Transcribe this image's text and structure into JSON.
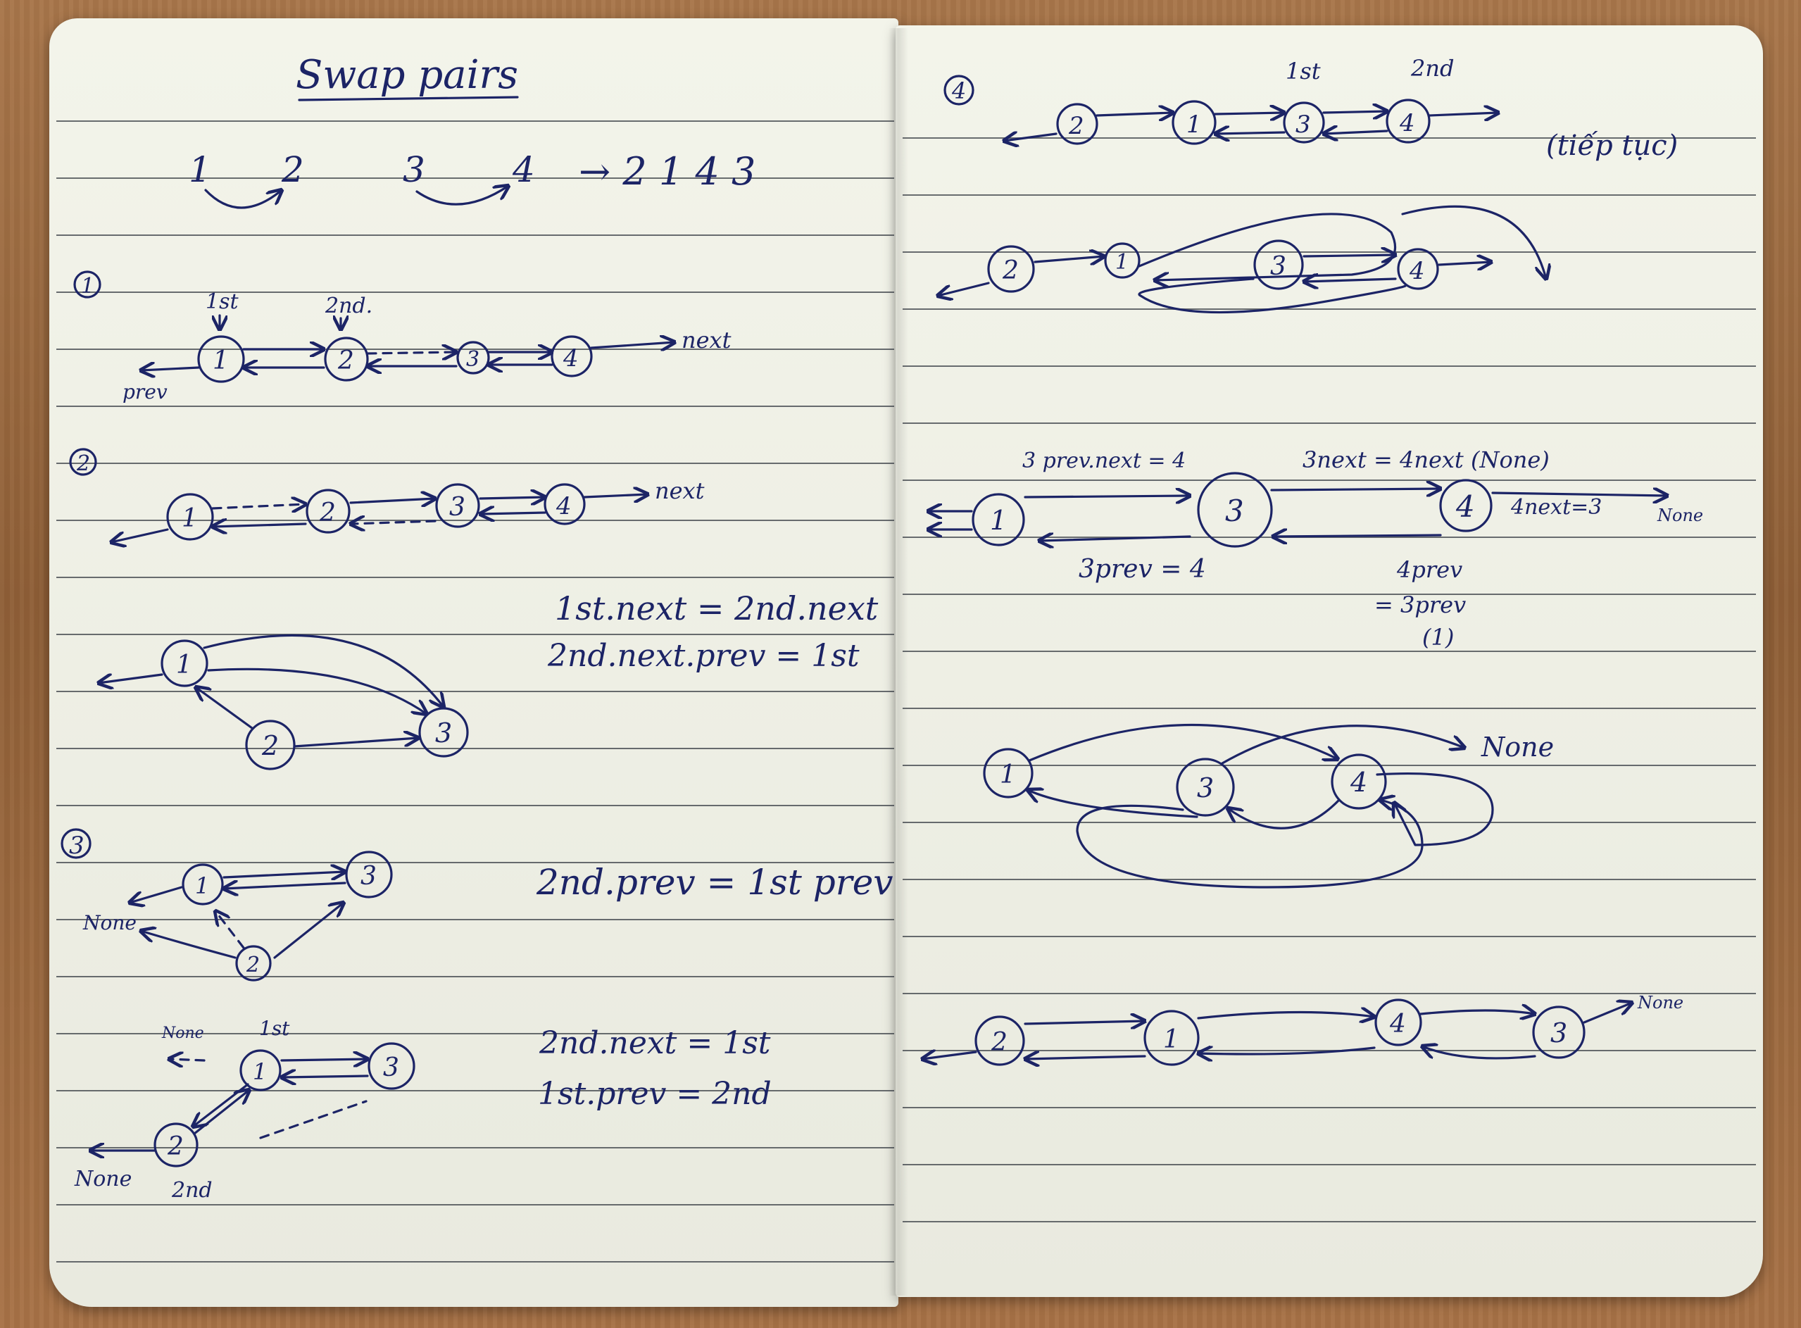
{
  "colors": {
    "ink": "#1c2466",
    "paper": "#eeefe4",
    "rule": "#3a3f46",
    "wood": "#9b6a40"
  },
  "left": {
    "title": "Swap pairs",
    "example": {
      "a": "1",
      "b": "2",
      "c": "3",
      "d": "4",
      "result": "→ 2 1 4 3"
    },
    "step1": {
      "num": "1",
      "first": "1st",
      "second": "2nd.",
      "next": "next",
      "prev": "prev",
      "nodes": [
        "1",
        "2",
        "3",
        "4"
      ]
    },
    "step2": {
      "num": "2",
      "next": "next",
      "nodes": [
        "1",
        "2",
        "3",
        "4"
      ],
      "eq1": "1st.next = 2nd.next",
      "eq2": "2nd.next.prev = 1st",
      "tri": [
        "1",
        "2",
        "3"
      ]
    },
    "step3": {
      "num": "3",
      "none": "None",
      "nodes": [
        "1",
        "3",
        "2"
      ],
      "eq": "2nd.prev = 1st prev",
      "none2": "None",
      "first": "1st",
      "none3": "None",
      "second": "2nd",
      "nodes2": [
        "1",
        "3",
        "2"
      ],
      "eq2a": "2nd.next = 1st",
      "eq2b": "1st.prev = 2nd"
    }
  },
  "right": {
    "step4": {
      "num": "4",
      "first": "1st",
      "second": "2nd",
      "note": "(tiếp tục)",
      "row1": [
        "2",
        "1",
        "3",
        "4"
      ],
      "row2": [
        "2",
        "1",
        "3",
        "4"
      ],
      "lbl_a": "3 prev.next = 4",
      "lbl_b": "3next = 4next (None)",
      "lbl_c": "4next=3",
      "lbl_d": "None",
      "lbl_e": "3prev = 4",
      "lbl_f": "4prev",
      "lbl_g": "= 3prev",
      "lbl_h": "(1)",
      "row3": [
        "1",
        "3",
        "4"
      ],
      "row4": [
        "1",
        "3",
        "4"
      ],
      "none": "None",
      "row5": [
        "2",
        "1",
        "4",
        "3"
      ],
      "none5": "None"
    }
  }
}
